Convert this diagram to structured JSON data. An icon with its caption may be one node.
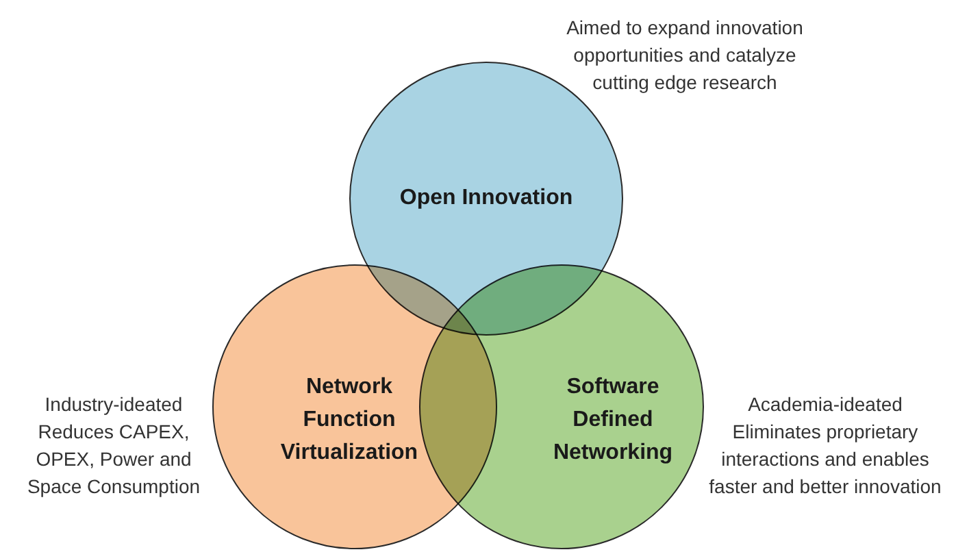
{
  "diagram": {
    "nodes": [
      {
        "text": [
          "Open Innovation"
        ],
        "beside": [
          "Aimed to expand innovation opportunities and catalyze cutting edge research"
        ]
      },
      {
        "text": [
          "Network Function Virtualization"
        ],
        "beside": [
          "Industry-ideated",
          "Reduces CAPEX, OPEX, Power and Space Consumption"
        ]
      },
      {
        "text": [
          "Software Defined Networking"
        ],
        "beside": [
          "Academia-ideated",
          "Eliminates proprietary interactions and enables faster and better innovation"
        ]
      }
    ]
  }
}
